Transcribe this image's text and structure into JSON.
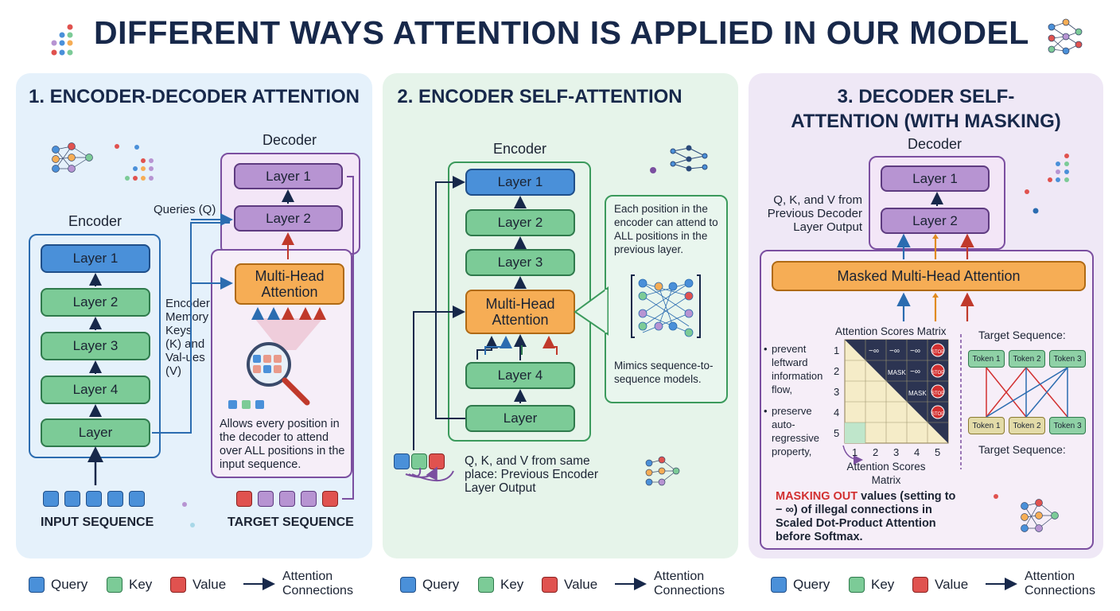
{
  "title": "DIFFERENT WAYS ATTENTION IS APPLIED IN OUR MODEL",
  "colors": {
    "query": "#4a90d9",
    "key": "#7ccb97",
    "value": "#e0524f",
    "attention": "#f6ad55",
    "decoder": "#b794d2",
    "arrow": "#17284a"
  },
  "panel1": {
    "title": "1. ENCODER-DECODER ATTENTION",
    "encoder_label": "Encoder",
    "decoder_label": "Decoder",
    "encoder_layers": [
      "Layer 1",
      "Layer 2",
      "Layer 3",
      "Layer 4",
      "Layer"
    ],
    "decoder_layers": [
      "Layer 1",
      "Layer 2"
    ],
    "mha": "Multi-Head Attention",
    "queries_label": "Queries (Q)",
    "memory_label": "Encoder Memory Keys (K) and Val-ues (V)",
    "description": "Allows every position in the decoder to attend over ALL positions in the input sequence.",
    "input_label": "INPUT SEQUENCE",
    "target_label": "TARGET SEQUENCE"
  },
  "panel2": {
    "title": "2. ENCODER SELF-ATTENTION",
    "encoder_label": "Encoder",
    "layers": [
      "Layer 1",
      "Layer 2",
      "Layer 3",
      "Layer 4",
      "Layer"
    ],
    "mha": "Multi-Head Attention",
    "callout_top": "Each position in the encoder can attend to ALL positions in the previous layer.",
    "callout_bottom": "Mimics sequence-to-sequence models.",
    "qkv_label": "Q, K, and V from same place: Previous Encoder Layer Output"
  },
  "panel3": {
    "title": "3. DECODER SELF-ATTENTION (WITH MASKING)",
    "decoder_label": "Decoder",
    "layers": [
      "Layer 1",
      "Layer 2"
    ],
    "qkv_label": "Q, K, and V from Previous Decoder Layer Output",
    "masked_mha": "Masked Multi-Head Attention",
    "matrix_title": "Attention Scores Matrix",
    "matrix_caption": "Attention Scores Matrix",
    "row_labels": [
      "1",
      "2",
      "3",
      "4",
      "5"
    ],
    "col_labels": [
      "1",
      "2",
      "3",
      "4",
      "5"
    ],
    "neg_inf": "−∞",
    "mask": "MASK",
    "stop": "STOP",
    "bullets": [
      "prevent leftward information flow,",
      "preserve auto-regressive property,"
    ],
    "target_sequence_label": "Target Sequence:",
    "tokens": [
      "Token 1",
      "Token 2",
      "Token 3"
    ],
    "masking_highlight": "MASKING OUT",
    "masking_text": " values (setting to − ∞) of illegal connections in Scaled Dot-Product Attention before Softmax."
  },
  "legend": {
    "query": "Query",
    "key": "Key",
    "value": "Value",
    "connections": "Attention Connections"
  }
}
